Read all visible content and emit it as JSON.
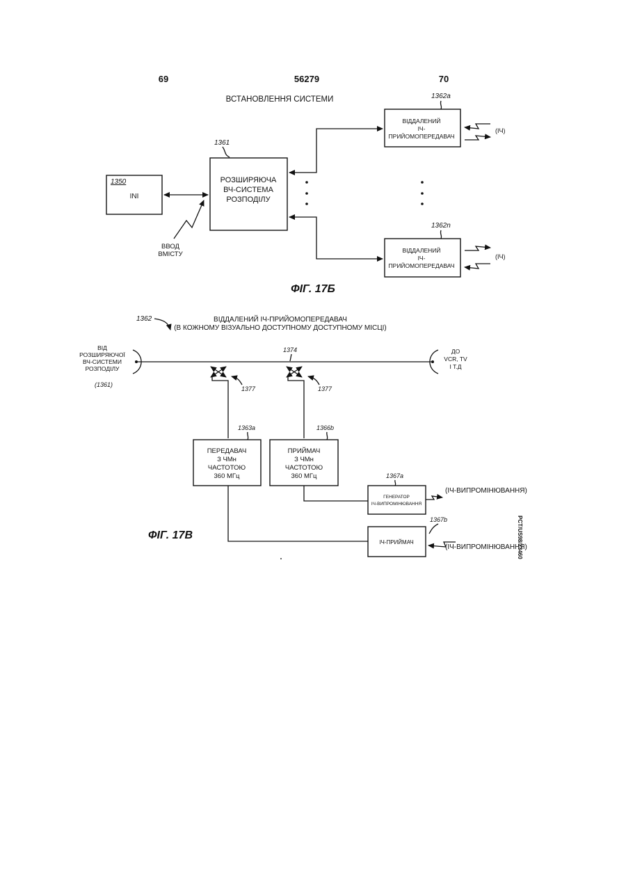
{
  "header": {
    "page_left": "69",
    "patent_number": "56279",
    "page_right": "70"
  },
  "fig17b": {
    "title": "ВСТАНОВЛЕННЯ СИСТЕМИ",
    "ini_ref": "1350",
    "ini_label": "INI",
    "system_ref": "1361",
    "system_label": [
      "РОЗШИРЯЮЧА",
      "ВЧ-СИСТЕМА",
      "РОЗПОДІЛУ"
    ],
    "content_input_label": [
      "ВВОД",
      "ВМІСТУ"
    ],
    "transceiver_a_ref": "1362a",
    "transceiver_a_label": [
      "ВІДДАЛЕНИЙ",
      "ІЧ-",
      "ПРИЙОМОПЕРЕДАВАЧ"
    ],
    "transceiver_n_ref": "1362n",
    "transceiver_n_label": [
      "ВІДДАЛЕНИЙ",
      "ІЧ-",
      "ПРИЙОМОПЕРЕДАВАЧ"
    ],
    "ir_label": "(ІЧ)",
    "caption": "ФІГ. 17Б"
  },
  "fig17v": {
    "ref": "1362",
    "title_line1": "ВІДДАЛЕНИЙ ІЧ-ПРИЙОМОПЕРЕДАВАЧ",
    "title_line2": "(В КОЖНОМУ ВІЗУАЛЬНО ДОСТУПНОМУ ДОСТУПНОМУ МІСЦІ)",
    "left_label": [
      "ВІД",
      "РОЗШИРЯЮЧОЇ",
      "ВЧ-СИСТЕМИ",
      "РОЗПОДІЛУ"
    ],
    "left_ref": "(1361)",
    "right_label": [
      "ДО",
      "VCR, TV",
      "І Т.Д"
    ],
    "line_ref": "1374",
    "coupler_ref": "1377",
    "transmitter_ref": "1363a",
    "transmitter_label": [
      "ПЕРЕДАВАЧ",
      "З ЧМн",
      "ЧАСТОТОЮ",
      "360 МГц"
    ],
    "receiver_ref": "1366b",
    "receiver_label": [
      "ПРИЙМАЧ",
      "З ЧМн",
      "ЧАСТОТОЮ",
      "360 МГц"
    ],
    "generator_ref": "1367a",
    "generator_label": [
      "ГЕНЕРАТОР",
      "ІЧ-ВИПРОМІНЮВАННЯ"
    ],
    "ir_receiver_ref": "1367b",
    "ir_receiver_label": "ІЧ-ПРИЙМАЧ",
    "ir_radiation_label": "(ІЧ-ВИПРОМІНЮВАННЯ)",
    "side_code": "PCT/US98/23460",
    "caption": "ФІГ. 17В"
  }
}
